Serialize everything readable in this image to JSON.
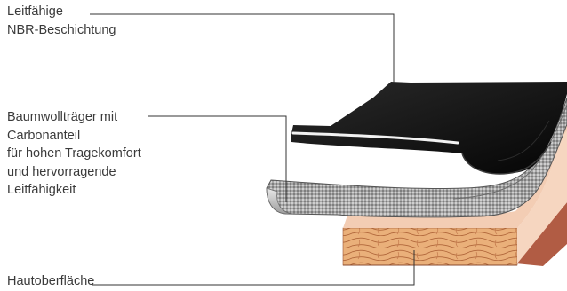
{
  "labels": {
    "coating": [
      "Leitfähige",
      "NBR-Beschichtung"
    ],
    "carrier": [
      "Baumwollträger mit",
      "Carbonanteil",
      "für hohen Tragekomfort",
      "und hervorragende",
      "Leitfähigkeit"
    ],
    "skin": [
      "Hautoberfläche"
    ]
  },
  "colors": {
    "coating": "#111111",
    "carrier_fabric": "#9a9a9a",
    "skin_surface": "#f5d4bd",
    "skin_tissue": "#e6a066",
    "skin_side": "#b5604a",
    "leader_line": "#333333"
  }
}
